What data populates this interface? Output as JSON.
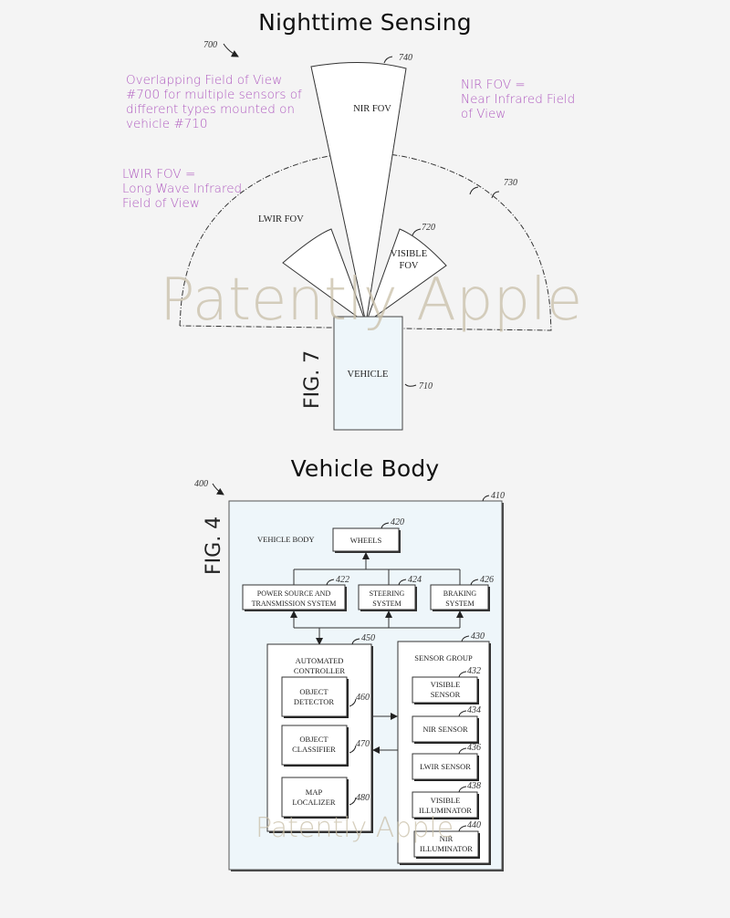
{
  "fig7": {
    "title": "Nighttime Sensing",
    "ref_overall": "700",
    "fig_label": "FIG. 7",
    "notes": {
      "overlap": "Overlapping Field of View\n#700 for multiple sensors of\ndifferent types mounted on\nvehicle #710",
      "nir": "NIR FOV =\nNear Infrared Field\nof View",
      "lwir": "LWIR FOV =\nLong Wave Infrared\nField of View"
    },
    "regions": {
      "nir": {
        "label": "NIR FOV",
        "ref": "740"
      },
      "lwir": {
        "label": "LWIR FOV",
        "ref": "730"
      },
      "visible": {
        "label_line1": "VISIBLE",
        "label_line2": "FOV",
        "ref": "720"
      },
      "vehicle": {
        "label": "VEHICLE",
        "ref": "710"
      }
    }
  },
  "fig4": {
    "title": "Vehicle Body",
    "ref_overall": "400",
    "fig_label": "FIG. 4",
    "body": {
      "label": "VEHICLE BODY",
      "ref": "410"
    },
    "wheels": {
      "label": "WHEELS",
      "ref": "420"
    },
    "power": {
      "line1": "POWER SOURCE AND",
      "line2": "TRANSMISSION SYSTEM",
      "ref": "422"
    },
    "steering": {
      "line1": "STEERING",
      "line2": "SYSTEM",
      "ref": "424"
    },
    "braking": {
      "line1": "BRAKING",
      "line2": "SYSTEM",
      "ref": "426"
    },
    "controller": {
      "line1": "AUTOMATED",
      "line2": "CONTROLLER",
      "ref": "450",
      "modules": [
        {
          "line1": "OBJECT",
          "line2": "DETECTOR",
          "ref": "460"
        },
        {
          "line1": "OBJECT",
          "line2": "CLASSIFIER",
          "ref": "470"
        },
        {
          "line1": "MAP",
          "line2": "LOCALIZER",
          "ref": "480"
        }
      ]
    },
    "sensor_group": {
      "label": "SENSOR GROUP",
      "ref": "430",
      "items": [
        {
          "line1": "VISIBLE",
          "line2": "SENSOR",
          "ref": "432"
        },
        {
          "line1": "NIR SENSOR",
          "line2": "",
          "ref": "434"
        },
        {
          "line1": "LWIR SENSOR",
          "line2": "",
          "ref": "436"
        },
        {
          "line1": "VISIBLE",
          "line2": "ILLUMINATOR",
          "ref": "438"
        },
        {
          "line1": "NIR",
          "line2": "ILLUMINATOR",
          "ref": "440"
        }
      ]
    }
  },
  "watermark": "Patently Apple"
}
